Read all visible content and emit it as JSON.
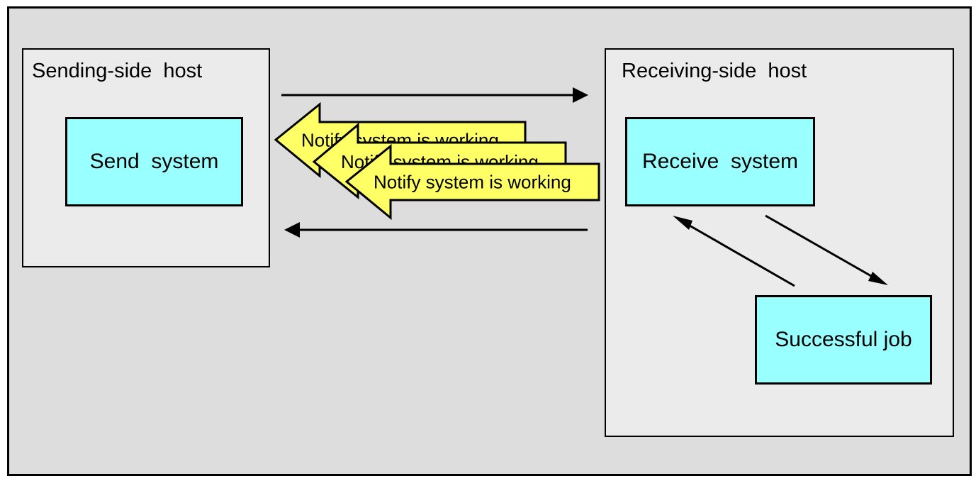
{
  "hosts": {
    "sending": {
      "label": "Sending-side  host"
    },
    "receiving": {
      "label": "Receiving-side  host"
    }
  },
  "systems": {
    "send": "Send  system",
    "receive": "Receive  system",
    "job": "Successful job"
  },
  "notifications": [
    {
      "label": "Notify system is working"
    },
    {
      "label": "Notify system is working"
    },
    {
      "label": "Notify system is working"
    }
  ],
  "colors": {
    "frame_bg": "#dddddd",
    "host_bg": "#ebebeb",
    "system_fill": "#99ffff",
    "notify_fill": "#ffff66",
    "line": "#000000"
  }
}
